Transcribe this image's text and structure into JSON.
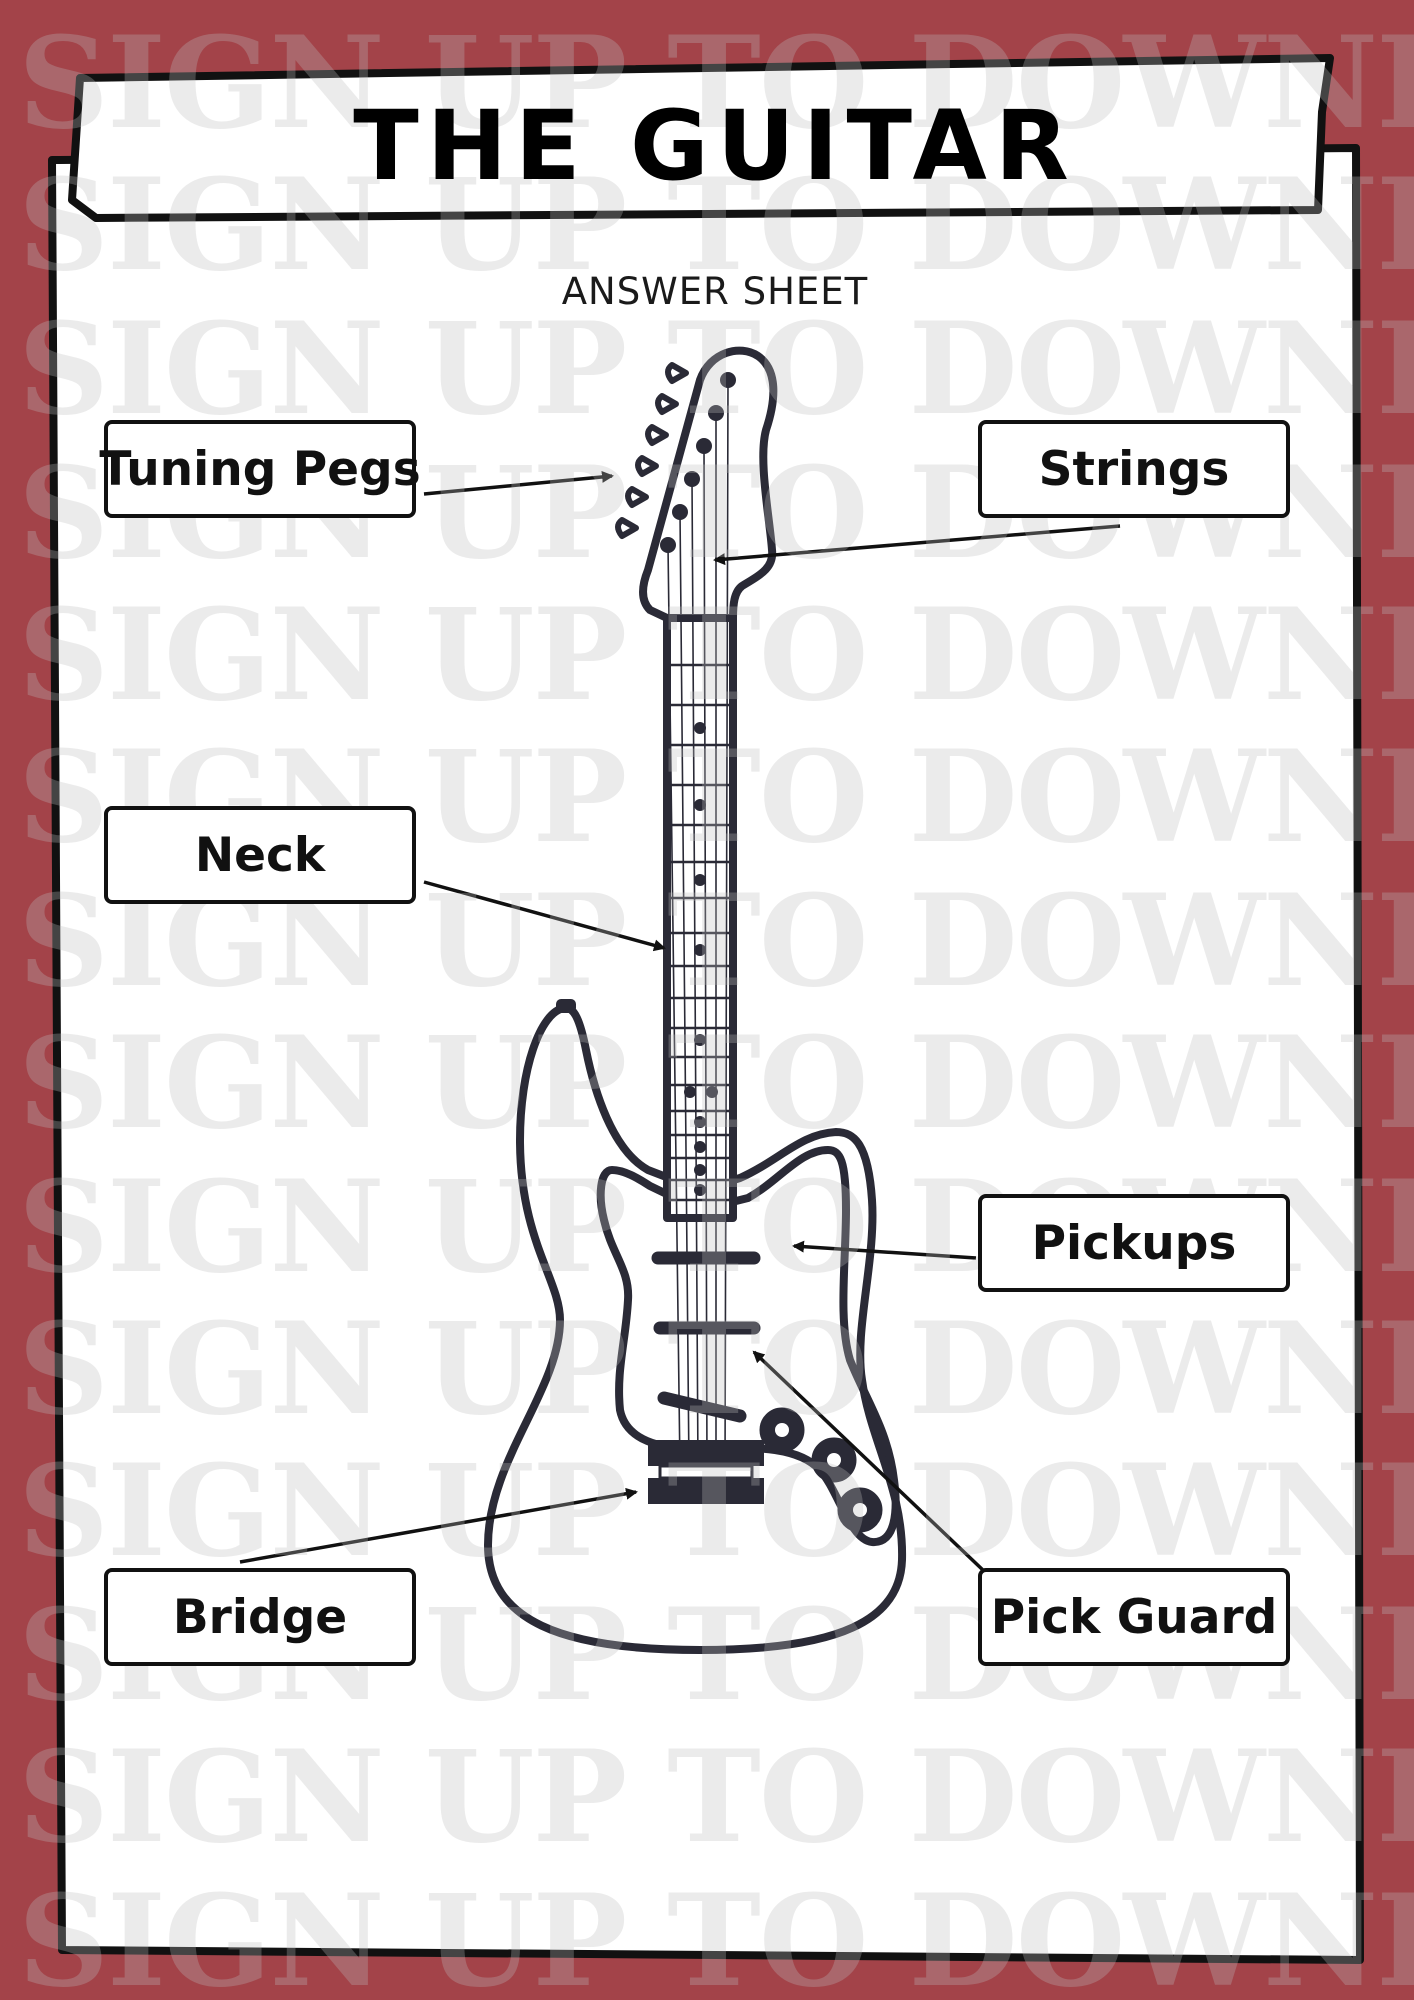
{
  "title": "THE GUITAR",
  "subtitle": "ANSWER SHEET",
  "watermark": "SIGN UP TO DOWNLOAD",
  "labels": {
    "tuning_pegs": "Tuning Pegs",
    "strings": "Strings",
    "neck": "Neck",
    "pickups": "Pickups",
    "bridge": "Bridge",
    "pick_guard": "Pick Guard"
  },
  "colors": {
    "background": "#a34349",
    "paper": "#ffffff",
    "outline": "#111111",
    "guitar_ink": "#2a2a36"
  }
}
